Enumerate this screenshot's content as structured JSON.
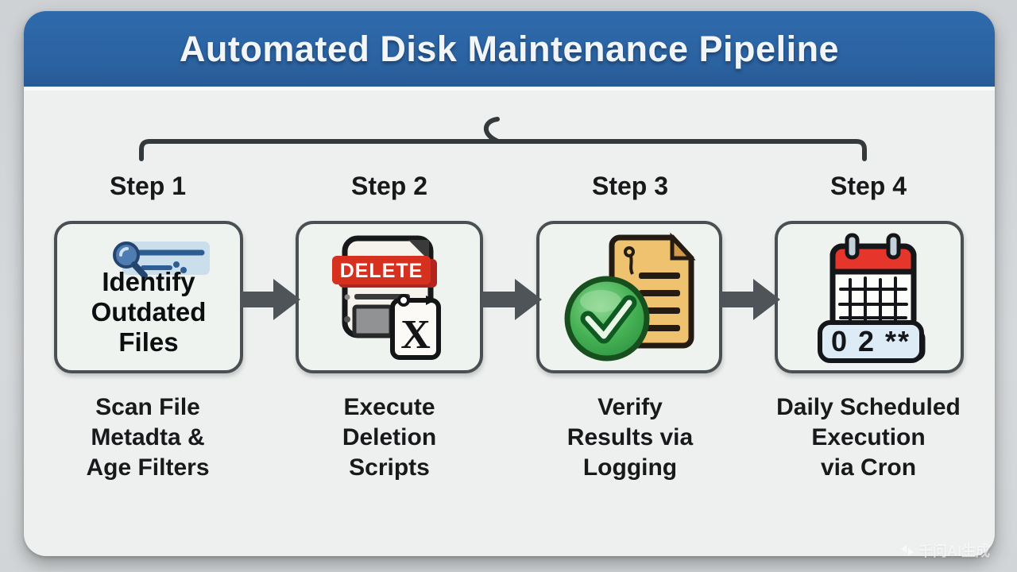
{
  "title": "Automated Disk Maintenance Pipeline",
  "watermark": "千问AI生成",
  "colors": {
    "header_blue": "#2b62a1",
    "card_bg": "#edf0ee",
    "box_border": "#494f52",
    "arrow_gray": "#4e5457",
    "text_dark": "#17191b",
    "delete_red": "#d6301f",
    "check_green": "#3fae4e",
    "calendar_red": "#e6352b",
    "badge_blue": "#dcebf6"
  },
  "steps": [
    {
      "label": "Step 1",
      "icon": "search-filter-icon",
      "box_lines": [
        "Identify",
        "Outdated",
        "Files"
      ],
      "caption_lines": [
        "Scan File",
        "Metadta &",
        "Age Filters"
      ]
    },
    {
      "label": "Step 2",
      "icon": "delete-script-icon",
      "icon_text": "DELETE",
      "icon_x": "X",
      "caption_lines": [
        "Execute",
        "Deletion",
        "Scripts"
      ]
    },
    {
      "label": "Step 3",
      "icon": "verified-log-icon",
      "caption_lines": [
        "Verify",
        "Results via",
        "Logging"
      ]
    },
    {
      "label": "Step 4",
      "icon": "cron-calendar-icon",
      "badge_text": "0 2 **",
      "caption_lines": [
        "Daily Scheduled",
        "Execution",
        "via Cron"
      ]
    }
  ]
}
